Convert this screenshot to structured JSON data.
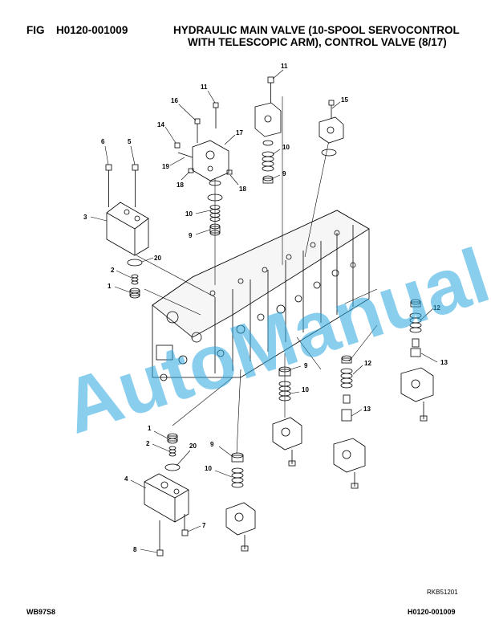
{
  "header": {
    "fig_label": "FIG",
    "fig_number": "H0120-001009",
    "title_line1": "HYDRAULIC MAIN VALVE (10-SPOOL SERVOCONTROL",
    "title_line2": "WITH TELESCOPIC ARM), CONTROL VALVE (8/17)"
  },
  "drawing_ref": "RKB51201",
  "footer": {
    "left": "WB97S8",
    "right": "H0120-001009"
  },
  "watermark": {
    "text": "AutoManual",
    "color": "#2aa6e0"
  },
  "callouts": [
    "1",
    "2",
    "3",
    "4",
    "5",
    "6",
    "7",
    "8",
    "9",
    "10",
    "11",
    "12",
    "13",
    "15",
    "16",
    "17",
    "18",
    "19",
    "20"
  ]
}
